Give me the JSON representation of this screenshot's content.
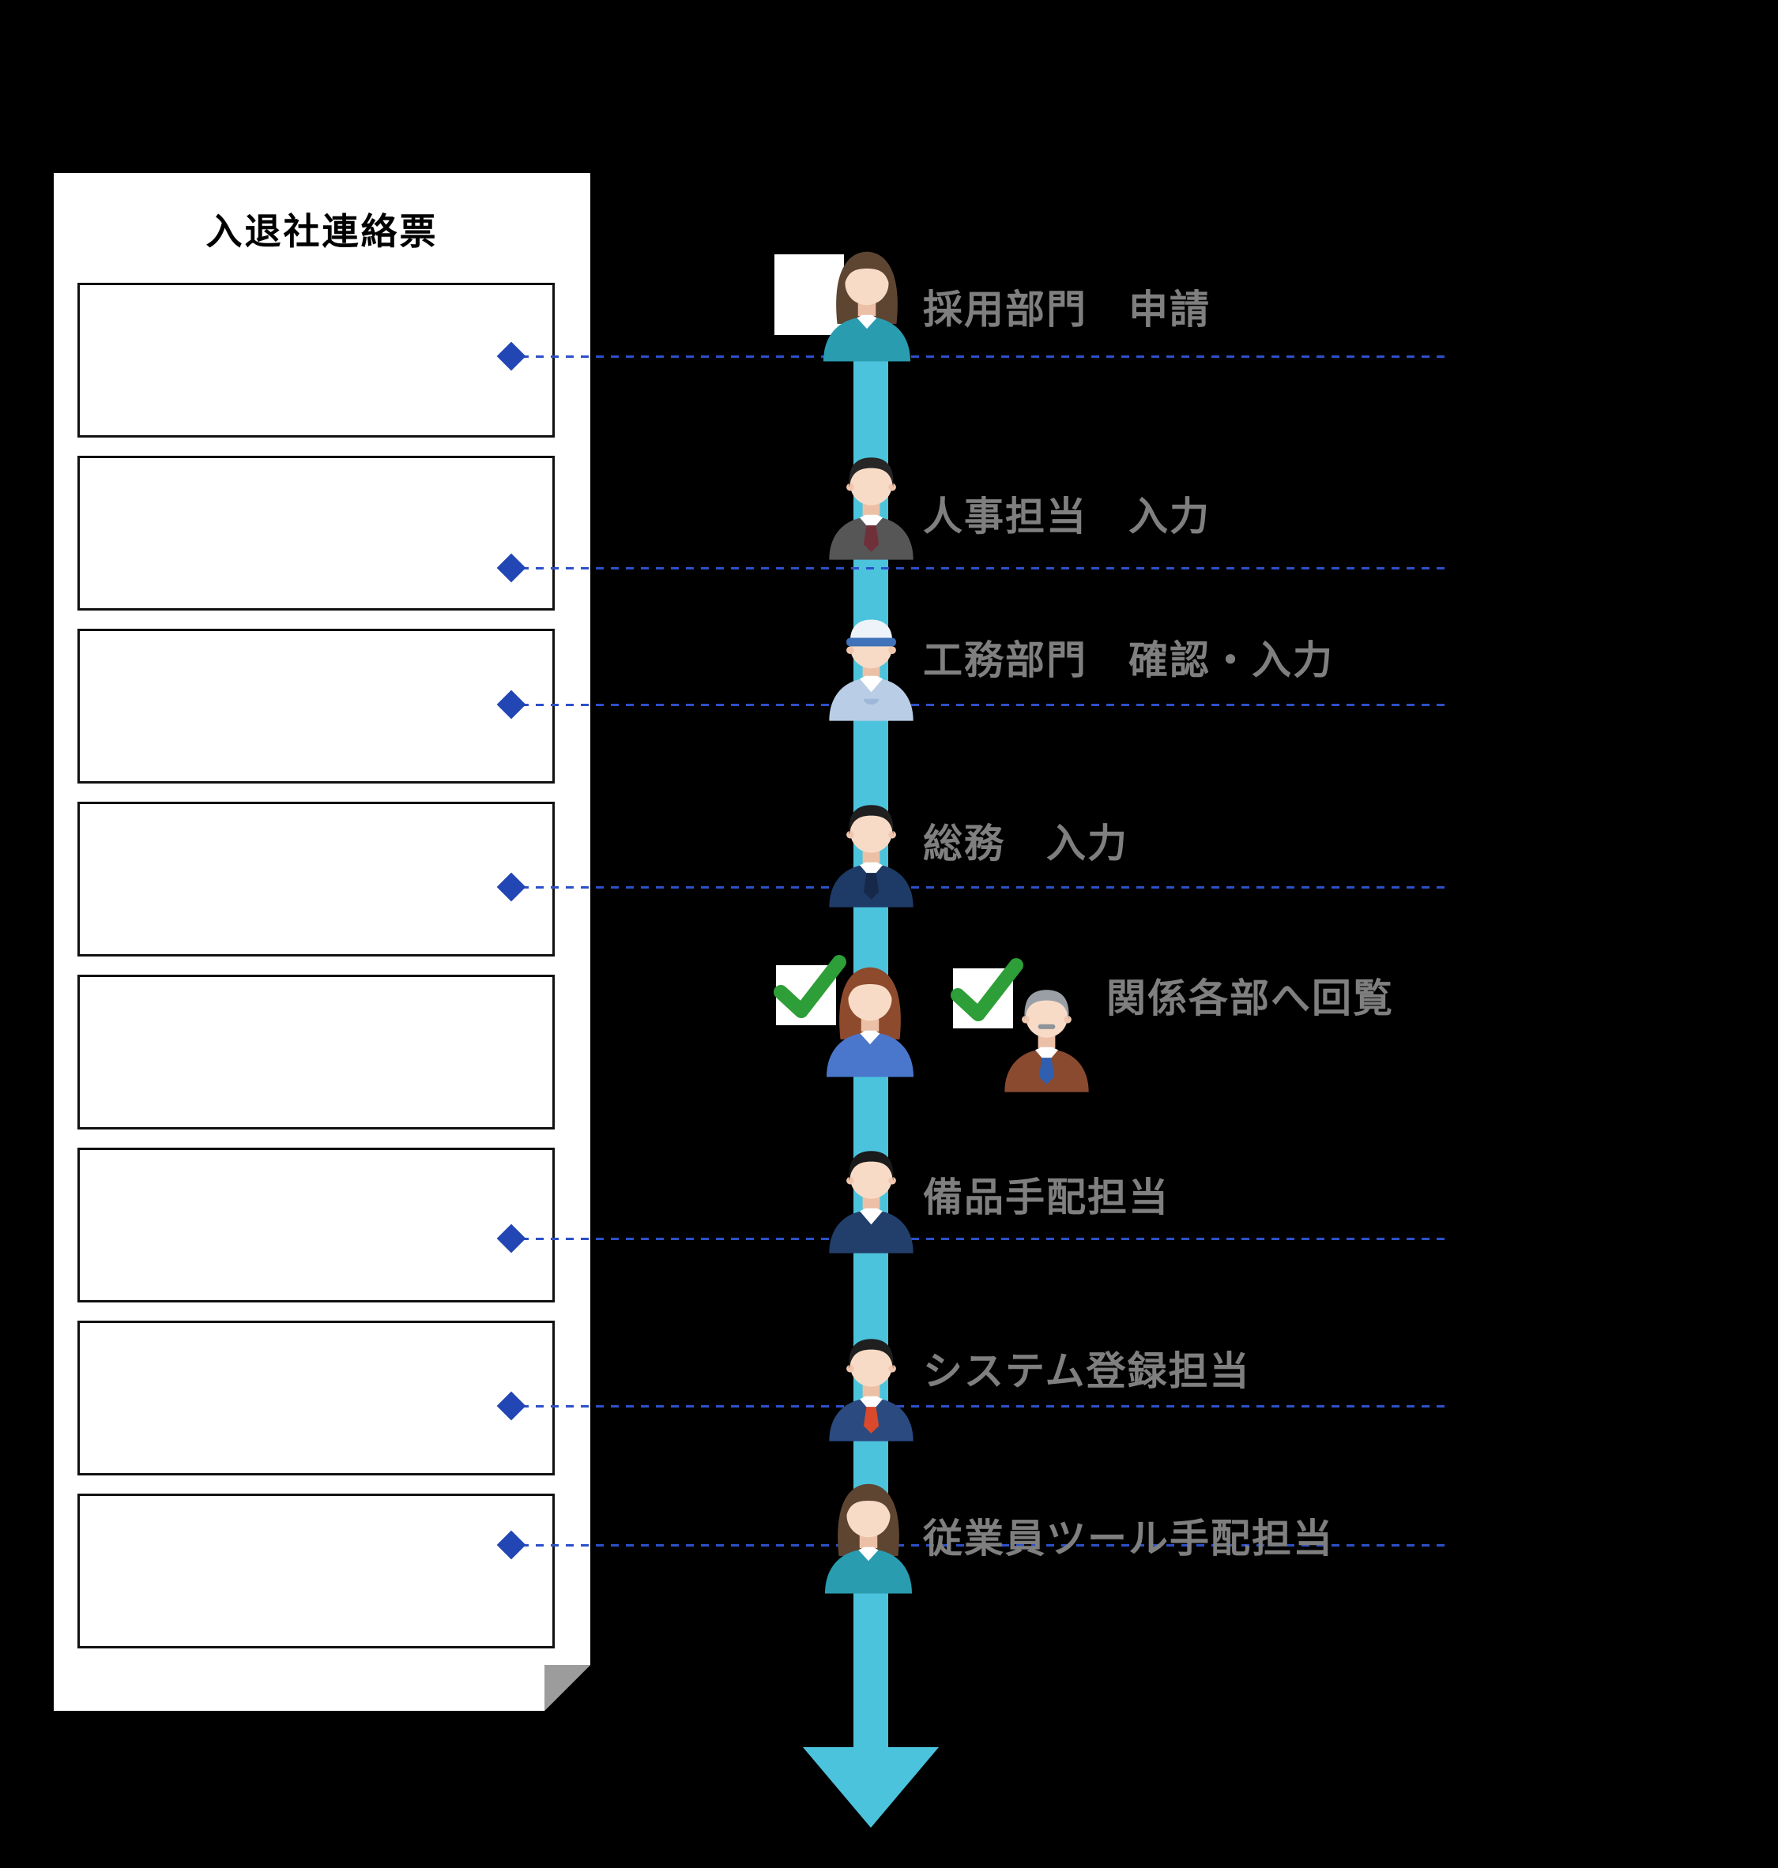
{
  "form": {
    "title": "入退社連絡票",
    "field_count": 8
  },
  "steps": [
    {
      "label": "採用部門　申請",
      "icon": "recruiter-woman",
      "extra_icon": "application-document"
    },
    {
      "label": "人事担当　入力",
      "icon": "hr-man-dark-suit"
    },
    {
      "label": "工務部門　確認・入力",
      "icon": "engineer-man-cap"
    },
    {
      "label": "総務　入力",
      "icon": "general-affairs-man-navy"
    },
    {
      "label": "関係各部へ回覧",
      "icon": "reviewer-woman-blue",
      "icon2": "senior-reviewer-man-brown",
      "extra_icon": "green-check-boxes"
    },
    {
      "label": "備品手配担当",
      "icon": "equipment-man-navy"
    },
    {
      "label": "システム登録担当",
      "icon": "system-man-red-tie"
    },
    {
      "label": "従業員ツール手配担当",
      "icon": "tools-woman-teal"
    }
  ],
  "colors": {
    "background": "#000000",
    "paper": "#ffffff",
    "flow_arrow": "#4cc3dc",
    "connector_line": "#2d50c8",
    "connector_diamond": "#2246b4",
    "step_label": "#7f7f7f",
    "check_green": "#2e9e38"
  }
}
